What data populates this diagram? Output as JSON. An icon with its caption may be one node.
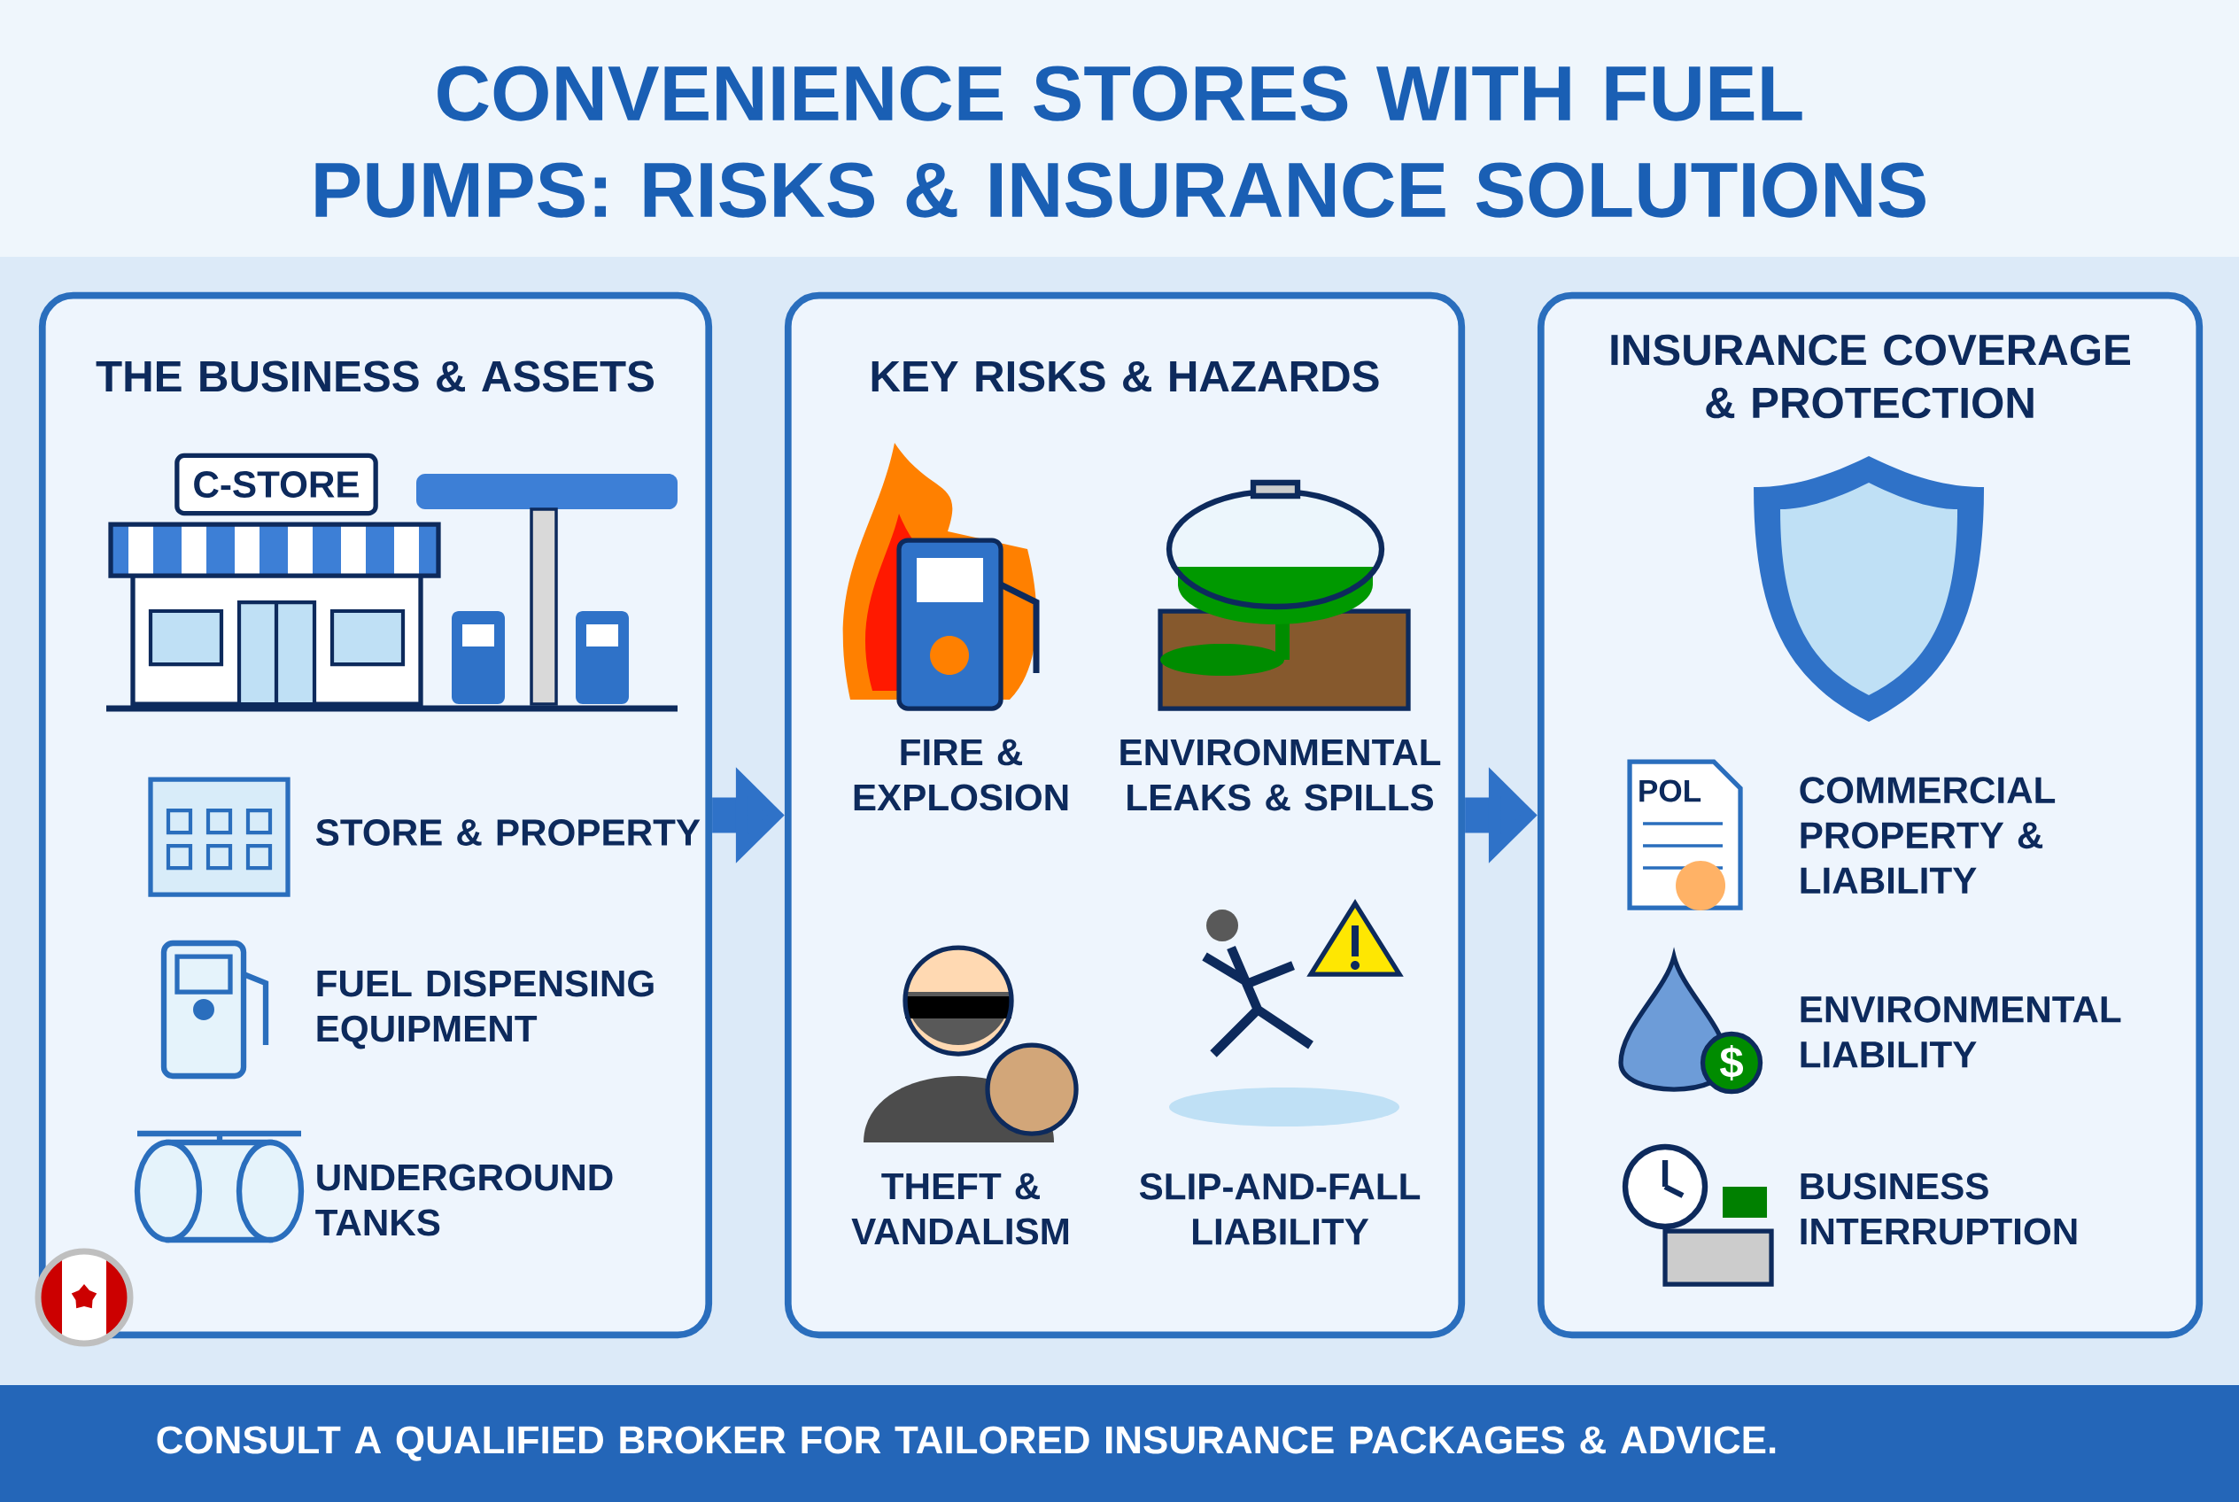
{
  "diagram": {
    "title": "CONVENIENCE STORES WITH FUEL PUMPS: RISKS & INSURANCE SOLUTIONS",
    "nodes": [
      {
        "text": [
          "THE BUSINESS & ASSETS"
        ]
      },
      {
        "text": [
          "KEY RISKS & HAZARDS"
        ]
      },
      {
        "text": [
          "INSURANCE COVERAGE & PROTECTION"
        ]
      }
    ],
    "edges": [
      {
        "from": 0,
        "to": 1,
        "arrow": "to"
      },
      {
        "from": 1,
        "to": 2,
        "arrow": "to"
      }
    ],
    "labels": [
      "C-STORE",
      "STORE & PROPERTY",
      "FUEL DISPENSING EQUIPMENT",
      "UNDERGROUND TANKS",
      "FIRE & EXPLOSION",
      "ENVIRONMENTAL LEAKS & SPILLS",
      "THEFT & VANDALISM",
      "SLIP-AND-FALL LIABILITY",
      "POL",
      "COMMERCIAL PROPERTY & LIABILITY",
      "$",
      "ENVIRONMENTAL LIABILITY",
      "BUSINESS INTERRUPTION",
      "CONSULT A QUALIFIED BROKER FOR TAILORED INSURANCE PACKAGES & ADVICE."
    ]
  }
}
